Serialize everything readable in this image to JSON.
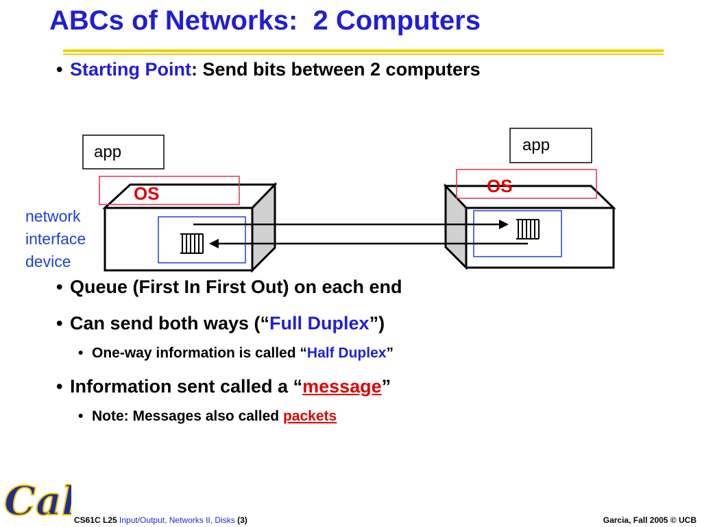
{
  "title": "ABCs of Networks:  2 Computers",
  "bullet1": {
    "lead": "Starting Point",
    "rest": ": Send bits between 2 computers"
  },
  "diagram": {
    "left_app": "app",
    "left_os": "OS",
    "right_app": "app",
    "right_os": "OS",
    "nid_line1": "network",
    "nid_line2": "interface",
    "nid_line3": "device"
  },
  "bullet_queue": "Queue (First In First Out) on each end",
  "bullet_duplex": {
    "pre": "Can send both ways (“",
    "term": "Full Duplex",
    "post": "”)"
  },
  "sub_half": {
    "pre": "One-way information is called “",
    "term": "Half Duplex",
    "post": "”"
  },
  "bullet_message": {
    "pre": "Information sent called a “",
    "term": "message",
    "post": "”"
  },
  "sub_packets": {
    "pre": "Note: Messages also called ",
    "term": "packets"
  },
  "footer": {
    "course": "CS61C L25 ",
    "topic": "Input/Output, Networks II, Disks",
    "page": " (3)",
    "credit": "Garcia, Fall 2005 © UCB"
  },
  "logo_text": "Cal",
  "colors": {
    "title": "#1f1fd6",
    "rule": "#f0d000",
    "emphasis": "#e00000",
    "nid_box": "#1f3fd6"
  }
}
